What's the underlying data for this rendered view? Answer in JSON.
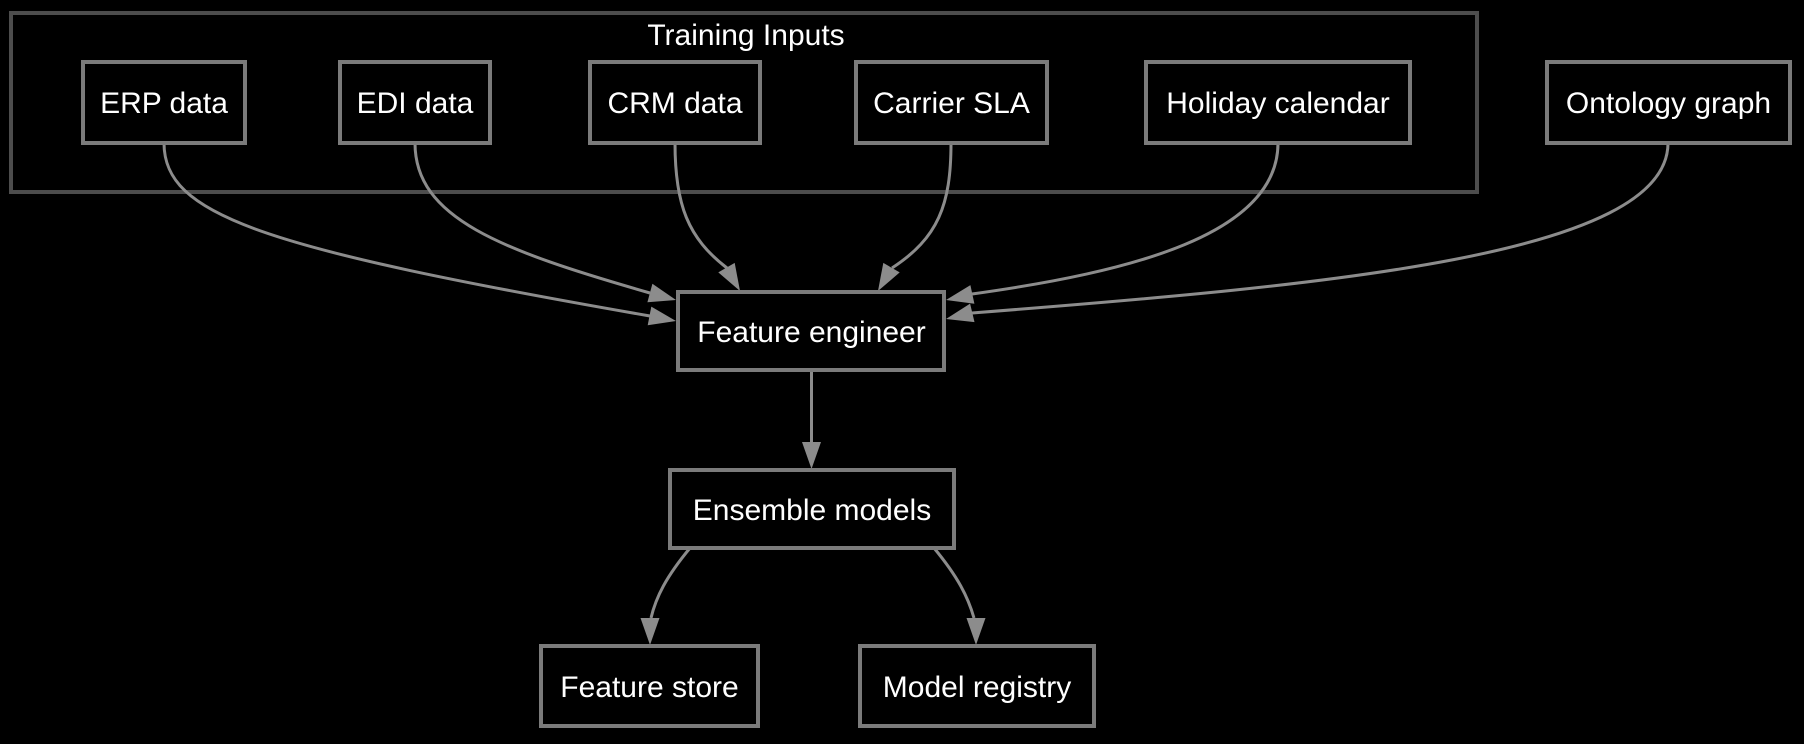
{
  "diagram": {
    "type": "flowchart",
    "cluster": {
      "label": "Training Inputs"
    },
    "nodes": [
      {
        "id": "erp-data",
        "label": "ERP data",
        "in_cluster": true
      },
      {
        "id": "edi-data",
        "label": "EDI data",
        "in_cluster": true
      },
      {
        "id": "crm-data",
        "label": "CRM data",
        "in_cluster": true
      },
      {
        "id": "carrier-sla",
        "label": "Carrier SLA",
        "in_cluster": true
      },
      {
        "id": "holiday-calendar",
        "label": "Holiday calendar",
        "in_cluster": true
      },
      {
        "id": "ontology-graph",
        "label": "Ontology graph",
        "in_cluster": false
      },
      {
        "id": "feature-engineer",
        "label": "Feature engineer",
        "in_cluster": false
      },
      {
        "id": "ensemble-models",
        "label": "Ensemble models",
        "in_cluster": false
      },
      {
        "id": "feature-store",
        "label": "Feature store",
        "in_cluster": false
      },
      {
        "id": "model-registry",
        "label": "Model registry",
        "in_cluster": false
      }
    ],
    "edges": [
      {
        "from": "ERP data",
        "to": "Feature engineer"
      },
      {
        "from": "EDI data",
        "to": "Feature engineer"
      },
      {
        "from": "CRM data",
        "to": "Feature engineer"
      },
      {
        "from": "Carrier SLA",
        "to": "Feature engineer"
      },
      {
        "from": "Holiday calendar",
        "to": "Feature engineer"
      },
      {
        "from": "Ontology graph",
        "to": "Feature engineer"
      },
      {
        "from": "Feature engineer",
        "to": "Ensemble models"
      },
      {
        "from": "Ensemble models",
        "to": "Feature store"
      },
      {
        "from": "Ensemble models",
        "to": "Model registry"
      }
    ],
    "colors": {
      "background": "#000000",
      "text": "#ffffff",
      "node_border": "#7b7b7b",
      "cluster_border": "#4d4d4d",
      "edge": "#8c8c8c"
    }
  }
}
